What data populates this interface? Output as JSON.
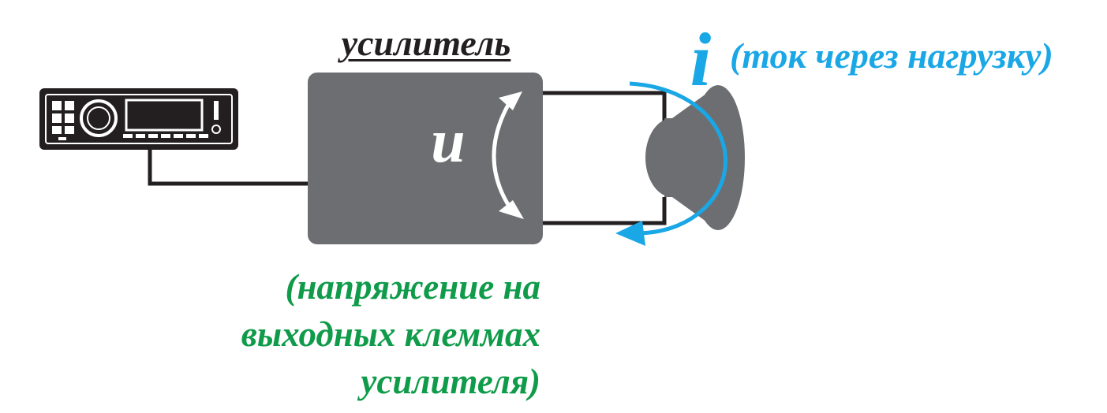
{
  "amplifier": {
    "title": "усилитель",
    "voltage_symbol": "u"
  },
  "load_current": {
    "symbol": "i",
    "label": "(ток через нагрузку)"
  },
  "voltage_label": {
    "lines": [
      "(напряжение на",
      "выходных клеммах",
      "усилителя)"
    ]
  },
  "colors": {
    "amplifier_body": "#6d6e71",
    "speaker_body": "#6d6e71",
    "wire": "#231f20",
    "head_unit": "#231f20",
    "current_arrow": "#1aa7e6",
    "voltage_text": "#0f9b4a",
    "voltage_arrow": "#ffffff"
  },
  "icons": {
    "head_unit": "car-stereo-icon",
    "speaker": "speaker-icon"
  }
}
